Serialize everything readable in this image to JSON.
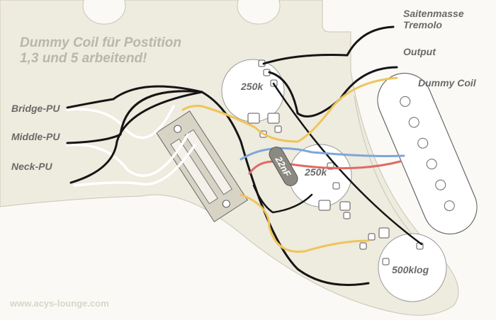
{
  "title_lines": [
    "Dummy Coil für Postition",
    "1,3 und 5 arbeitend!"
  ],
  "pickup_labels": {
    "bridge": "Bridge-PU",
    "middle": "Middle-PU",
    "neck": "Neck-PU"
  },
  "right_labels": {
    "ground_line1": "Saitenmasse",
    "ground_line2": "Tremolo",
    "output": "Output",
    "dummy": "Dummy Coil"
  },
  "pots": {
    "tone1": "250k",
    "tone2": "250k",
    "volume": "500klog"
  },
  "capacitor": "22nF",
  "watermark": "www.acys-lounge.com",
  "colors": {
    "pickguard": "#eeebdf",
    "background": "#faf9f5",
    "wire_black": "#151515",
    "wire_white": "#ffffff",
    "wire_yellow": "#efc45a",
    "wire_blue": "#7ea6d8",
    "wire_red": "#e06a63",
    "label": "#6a6a6a",
    "title": "#b9b6aa"
  }
}
